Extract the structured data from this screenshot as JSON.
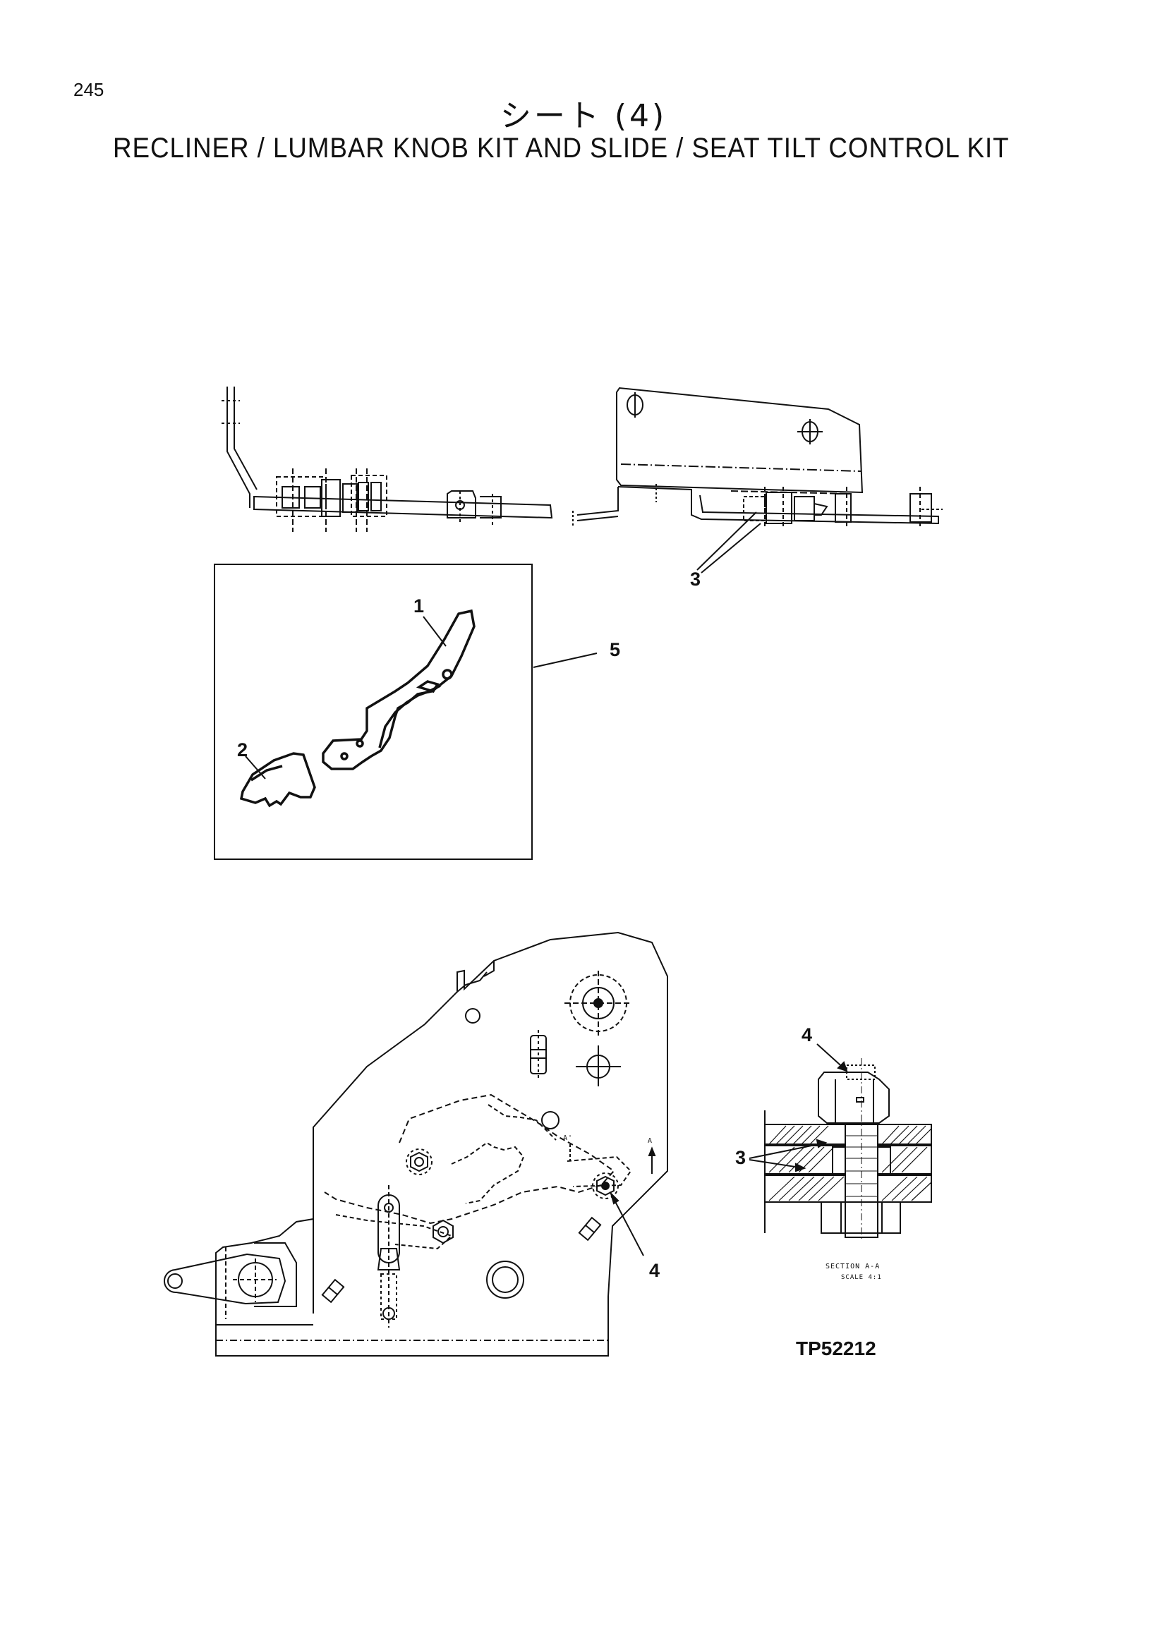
{
  "page_number": "245",
  "title_jp": "シート (4)",
  "title_en": "RECLINER / LUMBAR KNOB KIT AND SLIDE / SEAT TILT CONTROL KIT",
  "callouts": {
    "c1": "1",
    "c2": "2",
    "c3_top": "3",
    "c3_section": "3",
    "c4_main": "4",
    "c4_section": "4",
    "c5": "5"
  },
  "section_view": {
    "title": "SECTION A-A",
    "scale": "SCALE 4:1",
    "mark_a": "A",
    "mark_a_prime": "A'"
  },
  "drawing_code": "TP52212"
}
